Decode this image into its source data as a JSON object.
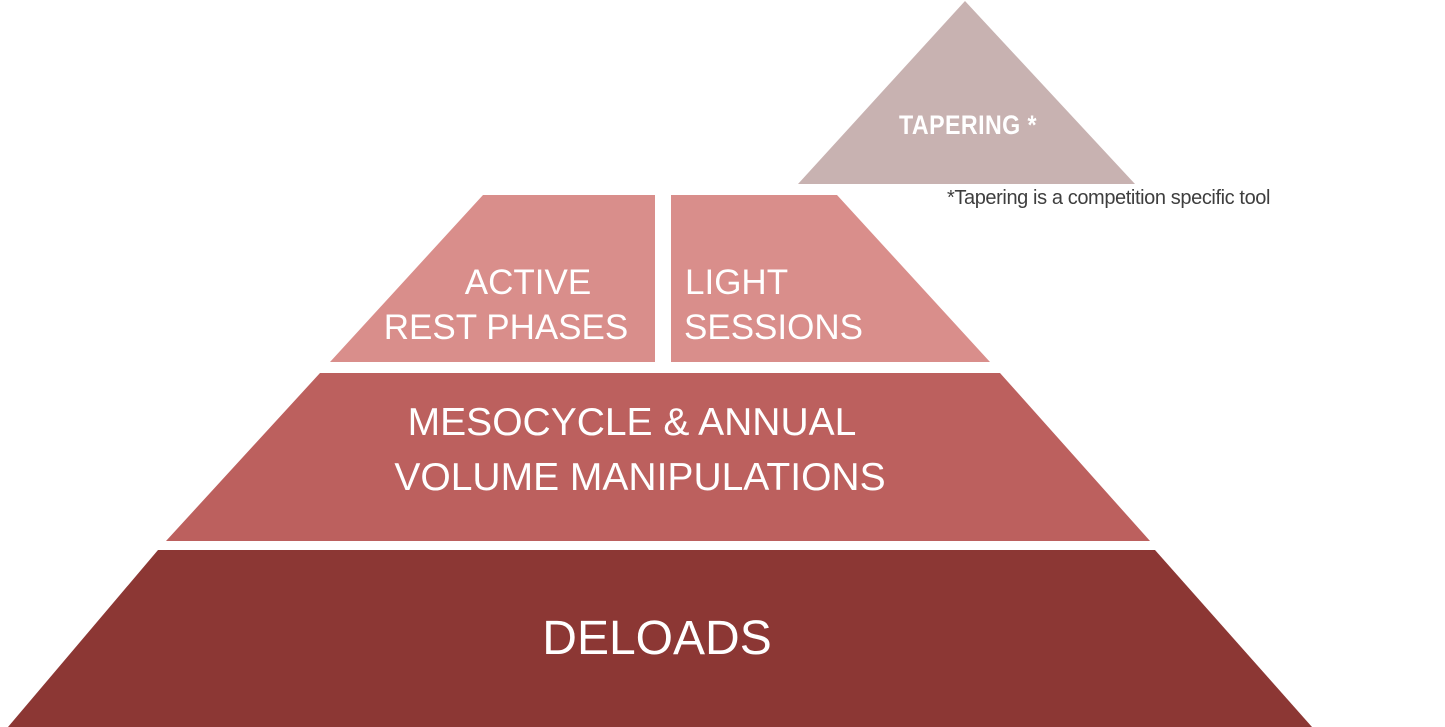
{
  "diagram": {
    "background": "#ffffff",
    "label_color": "#ffffff",
    "tapering": {
      "label": "TAPERING *",
      "color": "#c8b2b1"
    },
    "footnote": {
      "text": "*Tapering is a competition specific tool",
      "color": "#3e3e3e"
    },
    "active_rest": {
      "line1": "ACTIVE",
      "line2": "REST PHASES",
      "color": "#d98e8b"
    },
    "light_sessions": {
      "line1": "LIGHT",
      "line2": "SESSIONS",
      "color": "#d98e8b"
    },
    "mesocycle": {
      "line1": "MESOCYCLE & ANNUAL",
      "line2": "VOLUME MANIPULATIONS",
      "color": "#bc605e"
    },
    "deloads": {
      "label": "DELOADS",
      "color": "#8c3734"
    }
  }
}
